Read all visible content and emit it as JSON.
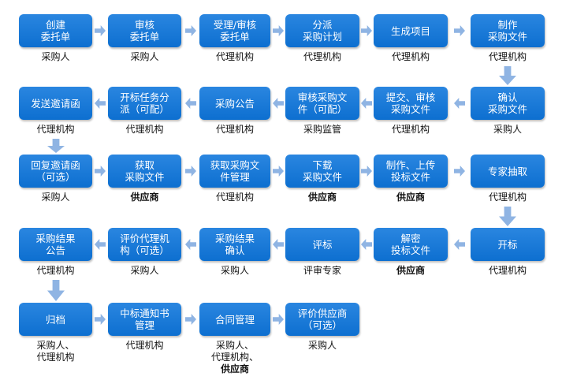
{
  "colors": {
    "box": "#1a7bd6",
    "arrow": "#8fb4e3",
    "text": "#ffffff",
    "role_text": "#111111"
  },
  "rows": [
    {
      "direction": "ltr",
      "steps": [
        {
          "label": "创建\n委托单",
          "role": "采购人",
          "role_bold": false
        },
        {
          "label": "审核\n委托单",
          "role": "采购人",
          "role_bold": false
        },
        {
          "label": "受理/审核\n委托单",
          "role": "代理机构",
          "role_bold": false
        },
        {
          "label": "分派\n采购计划",
          "role": "代理机构",
          "role_bold": false
        },
        {
          "label": "生成项目",
          "role": "代理机构",
          "role_bold": false
        },
        {
          "label": "制作\n采购文件",
          "role": "代理机构",
          "role_bold": false
        }
      ]
    },
    {
      "direction": "rtl",
      "steps": [
        {
          "label": "发送邀请函",
          "role": "代理机构",
          "role_bold": false
        },
        {
          "label": "开标任务分\n派（可配）",
          "role": "代理机构",
          "role_bold": false
        },
        {
          "label": "采购公告",
          "role": "代理机构",
          "role_bold": false
        },
        {
          "label": "审核采购文\n件（可配）",
          "role": "采购监管",
          "role_bold": false
        },
        {
          "label": "提交、审核\n采购文件",
          "role": "代理机构",
          "role_bold": false
        },
        {
          "label": "确认\n采购文件",
          "role": "采购人",
          "role_bold": false
        }
      ]
    },
    {
      "direction": "ltr",
      "steps": [
        {
          "label": "回复邀请函\n（可选）",
          "role": "采购人",
          "role_bold": false
        },
        {
          "label": "获取\n采购文件",
          "role": "供应商",
          "role_bold": true
        },
        {
          "label": "获取采购文\n件管理",
          "role": "代理机构",
          "role_bold": false
        },
        {
          "label": "下载\n采购文件",
          "role": "供应商",
          "role_bold": true
        },
        {
          "label": "制作、上传\n投标文件",
          "role": "供应商",
          "role_bold": true
        },
        {
          "label": "专家抽取",
          "role": "代理机构",
          "role_bold": false
        }
      ]
    },
    {
      "direction": "rtl",
      "steps": [
        {
          "label": "采购结果\n公告",
          "role": "代理机构",
          "role_bold": false
        },
        {
          "label": "评价代理机\n构（可选）",
          "role": "采购人",
          "role_bold": false
        },
        {
          "label": "采购结果\n确认",
          "role": "采购人",
          "role_bold": false
        },
        {
          "label": "评标",
          "role": "评审专家",
          "role_bold": false
        },
        {
          "label": "解密\n投标文件",
          "role": "供应商",
          "role_bold": true
        },
        {
          "label": "开标",
          "role": "代理机构",
          "role_bold": false
        }
      ]
    },
    {
      "direction": "ltr",
      "steps": [
        {
          "label": "归档",
          "role": "采购人、\n代理机构",
          "role_bold": false
        },
        {
          "label": "中标通知书\n管理",
          "role": "代理机构",
          "role_bold": false
        },
        {
          "label": "合同管理",
          "role": "采购人、\n代理机构、",
          "role_extra_bold": "供应商",
          "role_bold": false
        },
        {
          "label": "评价供应商\n（可选）",
          "role": "采购人",
          "role_bold": false
        }
      ]
    }
  ]
}
